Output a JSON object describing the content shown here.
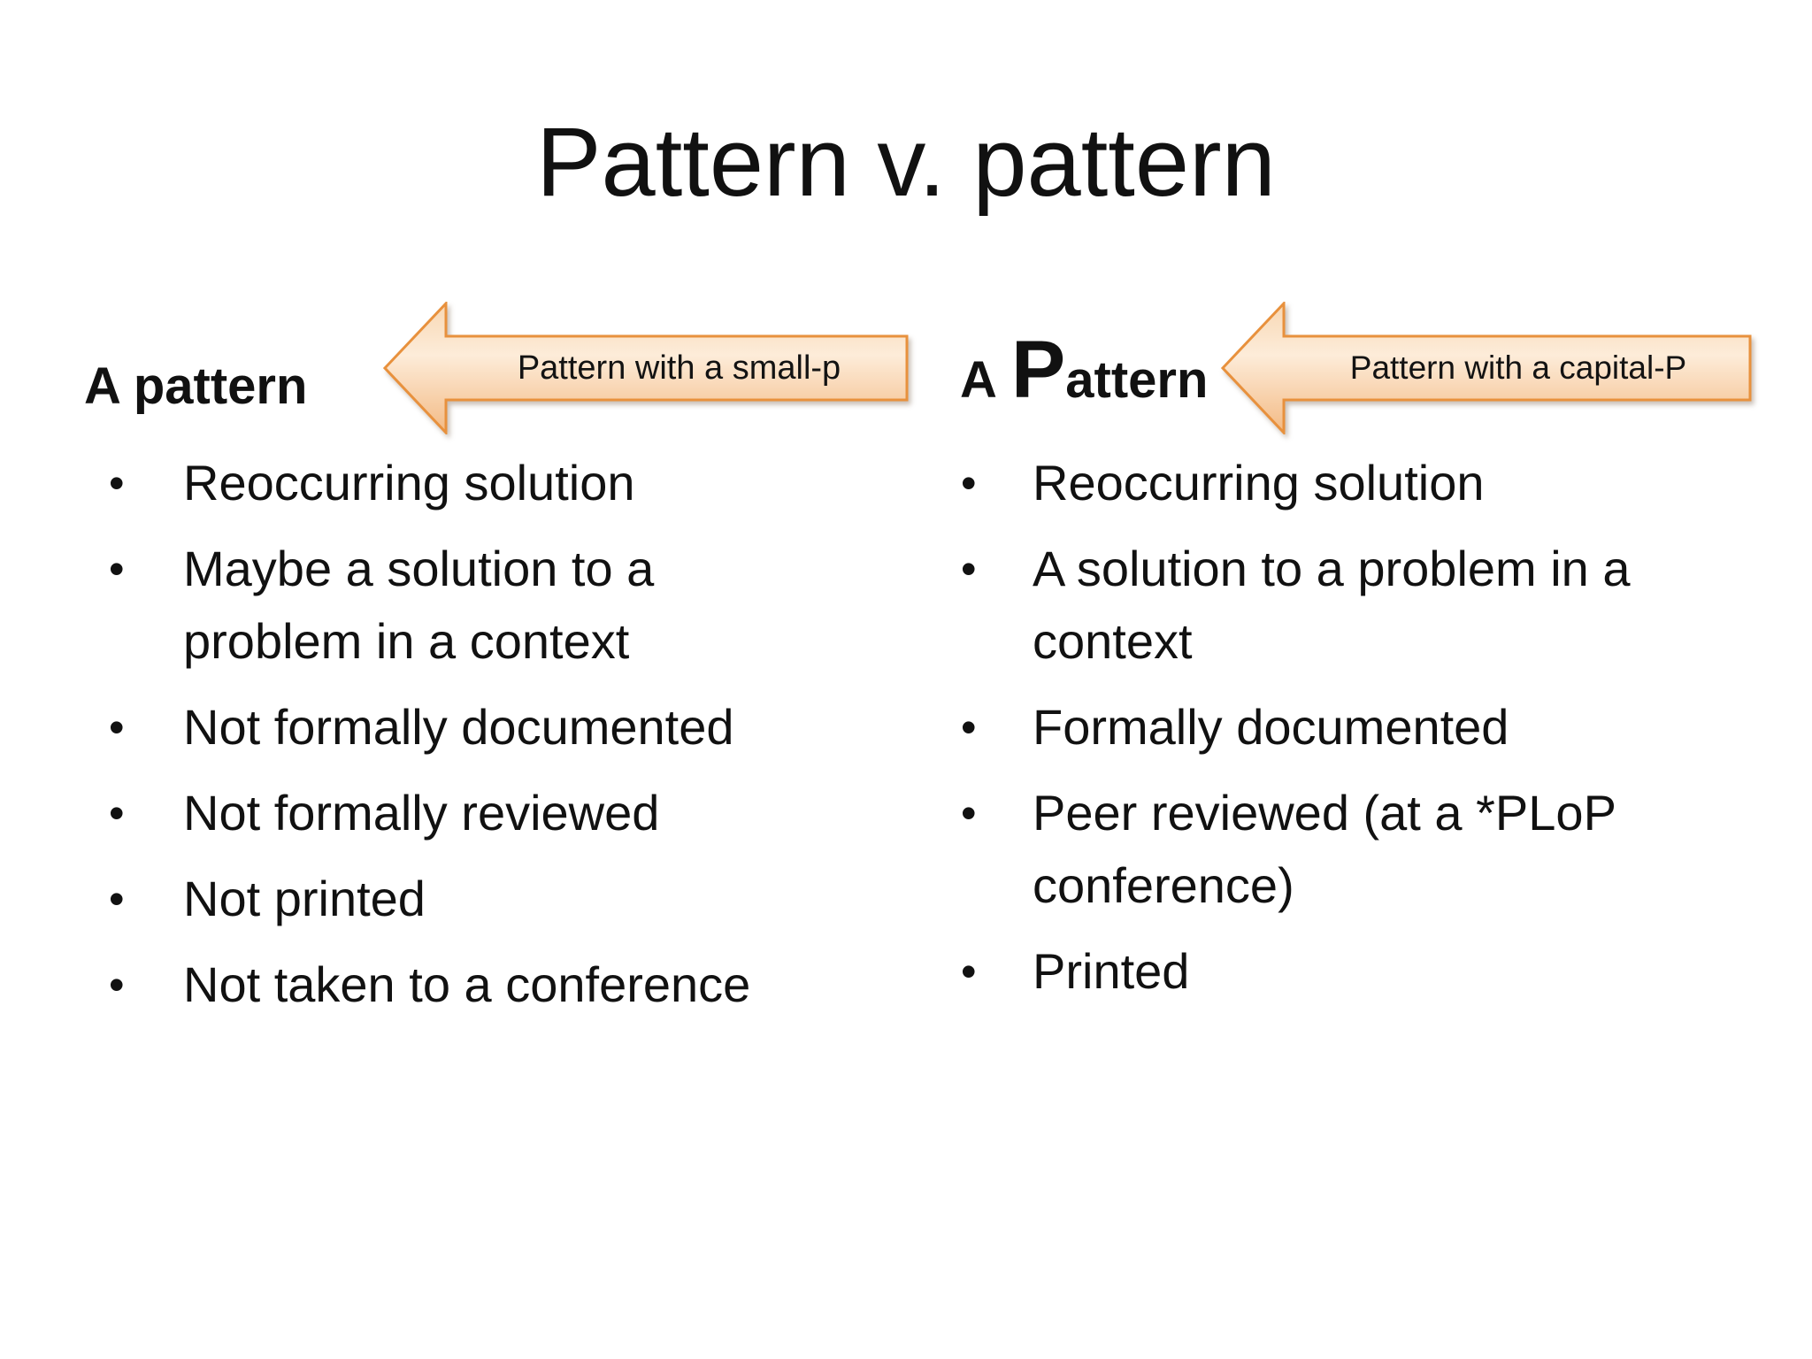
{
  "slide": {
    "title": "Pattern v. pattern",
    "bullet_char": "•",
    "left_column": {
      "heading": "A pattern",
      "callout_label": "Pattern with a small-p",
      "bullets": [
        "Reoccurring solution",
        "Maybe a solution to a problem in a context",
        "Not formally documented",
        "Not formally reviewed",
        "Not printed",
        "Not taken to a conference"
      ]
    },
    "right_column": {
      "heading_prefix": "A",
      "heading_capital": "P",
      "heading_suffix": "attern",
      "callout_label": "Pattern with a capital-P",
      "bullets": [
        "Reoccurring solution",
        "A solution to a problem in a context",
        "Formally documented",
        "Peer reviewed (at a *PLoP conference)",
        "Printed"
      ]
    },
    "colors": {
      "arrow_border": "#e8913d",
      "arrow_fill_top": "#f8d8b4",
      "arrow_fill_mid": "#fdecd9",
      "arrow_fill_bottom": "#f3ba84",
      "text": "#111111",
      "background": "#ffffff"
    }
  }
}
